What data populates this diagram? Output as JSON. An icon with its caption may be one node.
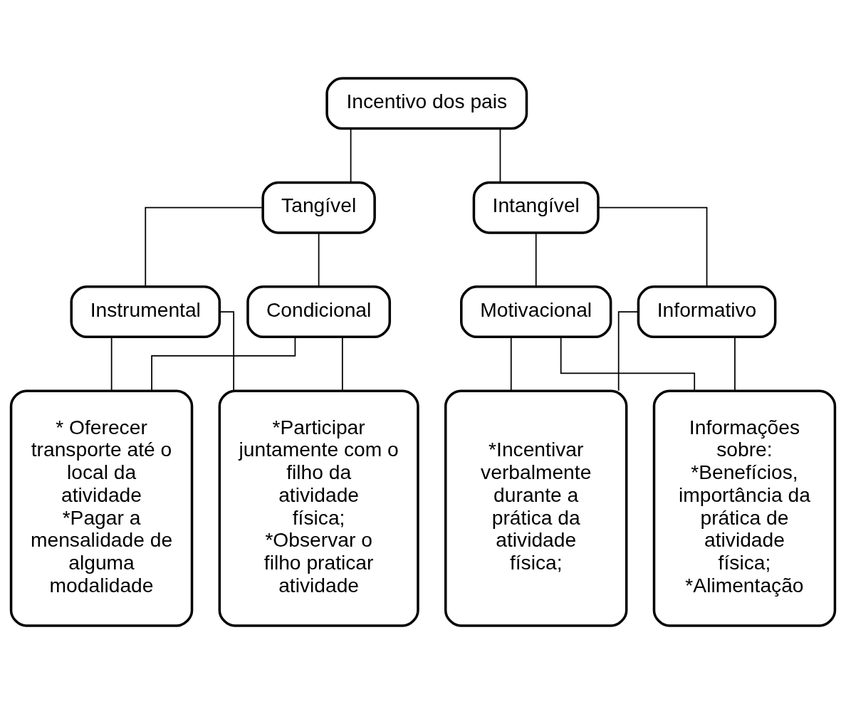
{
  "diagram": {
    "nodes": [
      {
        "text": [
          "Incentivo dos pais"
        ]
      },
      {
        "text": [
          "Tangível"
        ]
      },
      {
        "text": [
          "Intangível"
        ]
      },
      {
        "text": [
          "Instrumental"
        ]
      },
      {
        "text": [
          "Condicional"
        ]
      },
      {
        "text": [
          "Motivacional"
        ]
      },
      {
        "text": [
          "Informativo"
        ]
      },
      {
        "text": [
          "* Oferecer transporte até o local da atividade",
          "*Pagar a mensalidade de alguma modalidade"
        ]
      },
      {
        "text": [
          "*Participar juntamente com o filho da atividade física;",
          "*Observar o filho praticar atividade"
        ]
      },
      {
        "text": [
          "*Incentivar verbalmente durante a prática da atividade física;"
        ]
      },
      {
        "text": [
          "Informações sobre:",
          "*Benefícios, importância da prática de atividade física;",
          "*Alimentação"
        ]
      }
    ],
    "edges": [
      {
        "from": 0,
        "to": 1,
        "arrow": "none"
      },
      {
        "from": 0,
        "to": 2,
        "arrow": "none"
      },
      {
        "from": 1,
        "to": 3,
        "arrow": "none"
      },
      {
        "from": 1,
        "to": 4,
        "arrow": "none"
      },
      {
        "from": 2,
        "to": 5,
        "arrow": "none"
      },
      {
        "from": 2,
        "to": 6,
        "arrow": "none"
      },
      {
        "from": 3,
        "to": 7,
        "arrow": "none"
      },
      {
        "from": 3,
        "to": 8,
        "arrow": "none"
      },
      {
        "from": 4,
        "to": 7,
        "arrow": "none"
      },
      {
        "from": 4,
        "to": 8,
        "arrow": "none"
      },
      {
        "from": 5,
        "to": 9,
        "arrow": "none"
      },
      {
        "from": 5,
        "to": 10,
        "arrow": "none"
      },
      {
        "from": 6,
        "to": 9,
        "arrow": "none"
      },
      {
        "from": 6,
        "to": 10,
        "arrow": "none"
      }
    ]
  }
}
